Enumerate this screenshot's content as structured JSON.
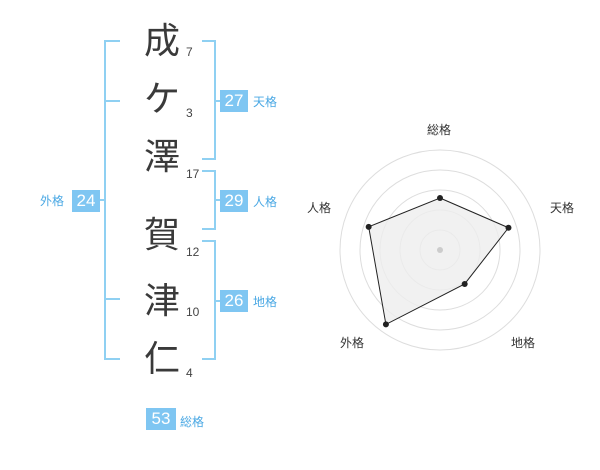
{
  "name": {
    "characters": [
      {
        "char": "成",
        "strokes": "7"
      },
      {
        "char": "ケ",
        "strokes": "3"
      },
      {
        "char": "澤",
        "strokes": "17"
      },
      {
        "char": "賀",
        "strokes": "12"
      },
      {
        "char": "津",
        "strokes": "10"
      },
      {
        "char": "仁",
        "strokes": "4"
      }
    ]
  },
  "kaku": {
    "tenkaku": {
      "value": "27",
      "label": "天格"
    },
    "jinkaku": {
      "value": "29",
      "label": "人格"
    },
    "chikaku": {
      "value": "26",
      "label": "地格"
    },
    "gaikaku": {
      "value": "24",
      "label": "外格"
    },
    "soukaku": {
      "value": "53",
      "label": "総格"
    }
  },
  "colors": {
    "accent": "#7fc6f2",
    "bracket": "#8fd0f2",
    "radar_fill": "#eeeeee",
    "ring": "#dddddd"
  },
  "chart_data": {
    "type": "radar",
    "axes": [
      "総格",
      "天格",
      "地格",
      "外格",
      "人格"
    ],
    "values": [
      0.52,
      0.72,
      0.42,
      0.92,
      0.75
    ],
    "max": 1,
    "rings": 5
  }
}
